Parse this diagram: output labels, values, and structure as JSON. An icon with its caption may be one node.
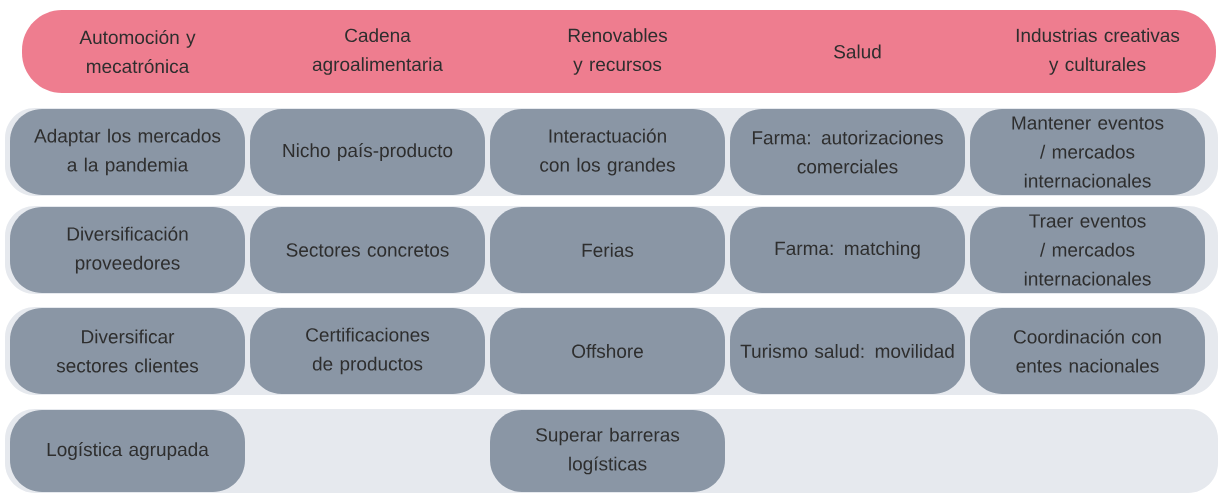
{
  "diagram": {
    "nodes": [
      {
        "text": [
          "Automoción y mecatrónica",
          "Cadena agroalimentaria",
          "Renovables y recursos",
          "Salud",
          "Industrias creativas y culturales"
        ]
      },
      {
        "text": [],
        "shape": "bar"
      },
      {
        "text": [
          "Adaptar los mercados a la pandemia"
        ],
        "in": 1
      },
      {
        "text": [
          "Nicho país-producto"
        ],
        "in": 1
      },
      {
        "text": [
          "Interactuación con los grandes"
        ],
        "in": 1
      },
      {
        "text": [
          "Farma: autorizaciones comerciales"
        ],
        "in": 1
      },
      {
        "text": [
          "Mantener eventos / mercados internacionales"
        ],
        "in": 1
      },
      {
        "text": [],
        "shape": "bar"
      },
      {
        "text": [
          "Diversificación proveedores"
        ],
        "in": 7
      },
      {
        "text": [
          "Sectores concretos"
        ],
        "in": 7
      },
      {
        "text": [
          "Ferias"
        ],
        "in": 7
      },
      {
        "text": [
          "Farma: matching"
        ],
        "in": 7
      },
      {
        "text": [
          "Traer eventos / mercados internacionales"
        ],
        "in": 7
      },
      {
        "text": [],
        "shape": "bar"
      },
      {
        "text": [
          "Diversificar sectores clientes"
        ],
        "in": 13
      },
      {
        "text": [
          "Certificaciones de productos"
        ],
        "in": 13
      },
      {
        "text": [
          "Offshore"
        ],
        "in": 13
      },
      {
        "text": [
          "Turismo salud: movilidad"
        ],
        "in": 13
      },
      {
        "text": [
          "Coordinación con entes nacionales"
        ],
        "in": 13
      },
      {
        "text": [],
        "shape": "bar"
      },
      {
        "text": [
          "Logística agrupada"
        ],
        "in": 19
      },
      {
        "text": [
          "Superar barreras logísticas"
        ],
        "in": 19
      }
    ]
  }
}
